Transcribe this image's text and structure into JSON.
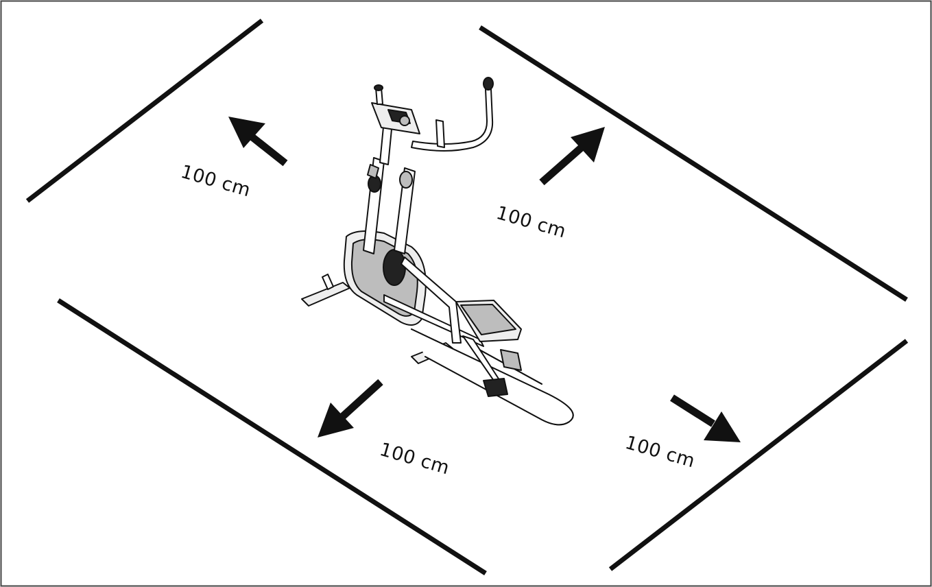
{
  "diagram": {
    "clearance_labels": {
      "top_left": "100 cm",
      "top_right": "100 cm",
      "bottom_left": "100 cm",
      "bottom_right": "100 cm"
    },
    "equipment_icon": "elliptical-trainer",
    "colors": {
      "line": "#111111",
      "background": "#ffffff"
    }
  }
}
